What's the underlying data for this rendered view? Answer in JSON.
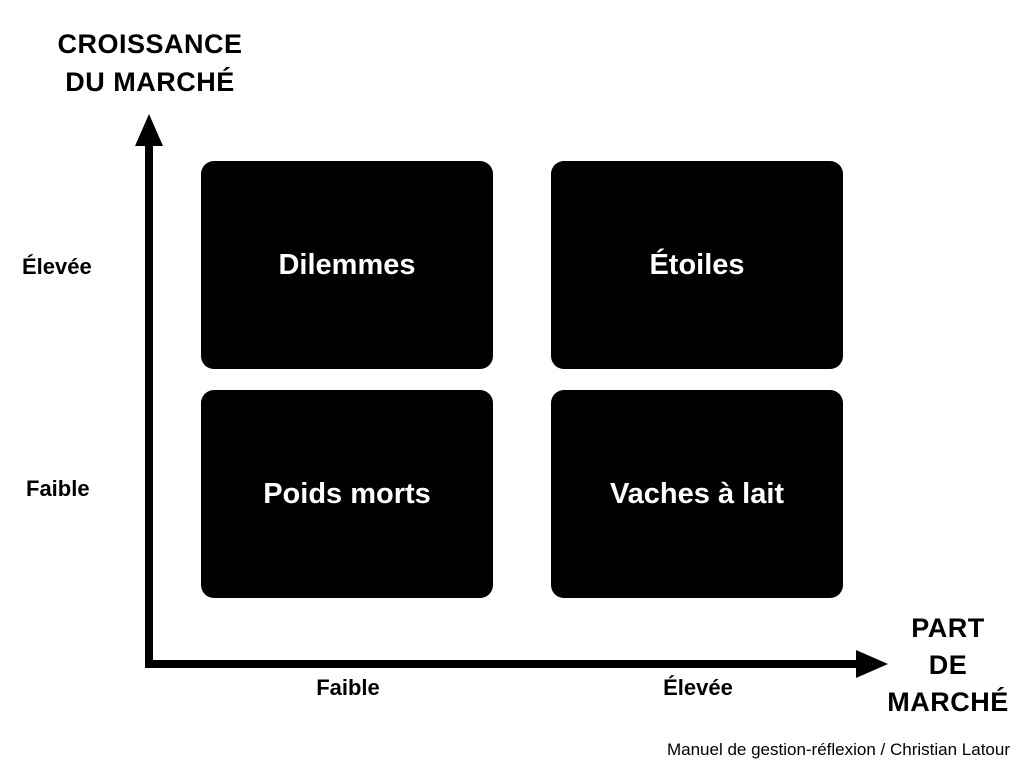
{
  "y_axis": {
    "title": "CROISSANCE\nDU MARCHÉ",
    "tick_high": "Élevée",
    "tick_low": "Faible"
  },
  "x_axis": {
    "title": "PART\nDE\nMARCHÉ",
    "tick_low": "Faible",
    "tick_high": "Élevée"
  },
  "quadrants": {
    "top_left": "Dilemmes",
    "top_right": "Étoiles",
    "bottom_left": "Poids morts",
    "bottom_right": "Vaches à lait"
  },
  "source": "Manuel de gestion-réflexion / Christian Latour",
  "colors": {
    "quadrant_fill": "#000000",
    "quadrant_text": "#ffffff",
    "axis": "#000000"
  }
}
